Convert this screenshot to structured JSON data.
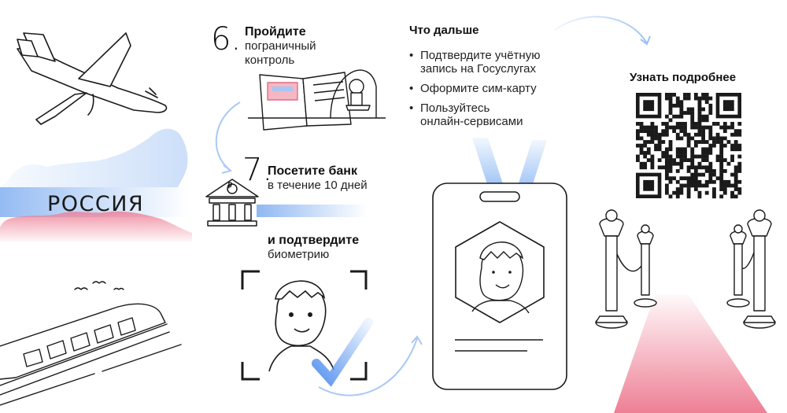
{
  "country": {
    "label": "РОССИЯ"
  },
  "step6": {
    "number": "6.",
    "line1": "Пройдите",
    "line2": "пограничный",
    "line3": "контроль"
  },
  "step7": {
    "number": "7.",
    "title": "Посетите банк",
    "subtitle": "в течение 10 дней",
    "line3": "и подтвердите",
    "line4": "биометрию"
  },
  "next": {
    "title": "Что дальше",
    "items": [
      {
        "line1": "Подтвердите учётную",
        "line2": "запись на Госуслугах"
      },
      {
        "line1": "Оформите сим-карту",
        "line2": ""
      },
      {
        "line1": "Пользуйтесь",
        "line2": "онлайн-сервисами"
      }
    ]
  },
  "more": {
    "title": "Узнать подробнее"
  },
  "bank_symbol": "₽",
  "colors": {
    "blue": "#8fb8f2",
    "pink": "#f08ca0",
    "ink": "#1a1a1a"
  },
  "icons": [
    "airplane-icon",
    "train-icon",
    "passport-icon",
    "bank-icon",
    "face-scan-icon",
    "checkmark-icon",
    "id-badge-icon",
    "qr-code",
    "stanchion-icon",
    "arrow-icon"
  ]
}
